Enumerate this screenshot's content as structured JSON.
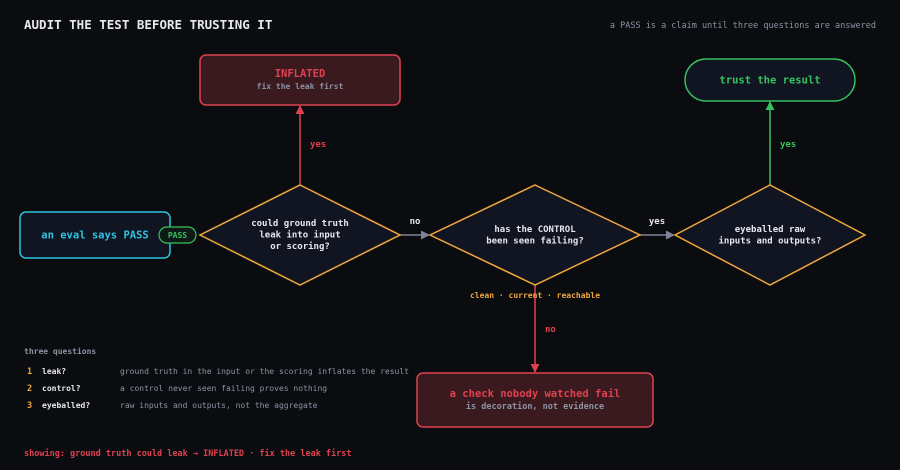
{
  "header": {
    "title": "AUDIT THE TEST BEFORE TRUSTING IT",
    "subtitle": "a PASS is a claim until three questions are answered"
  },
  "nodes": {
    "start": {
      "label": "an eval says PASS",
      "badge": "PASS"
    },
    "q1": {
      "lines": [
        "could ground truth",
        "leak into input",
        "or scoring?"
      ]
    },
    "q2": {
      "lines": [
        "has the CONTROL",
        "been seen failing?"
      ],
      "note": "clean · current · reachable"
    },
    "q3": {
      "lines": [
        "eyeballed raw",
        "inputs and outputs?"
      ]
    },
    "inflated": {
      "title": "INFLATED",
      "subtitle": "fix the leak first"
    },
    "trust": {
      "label": "trust the result"
    },
    "nobody": {
      "title": "a check nobody watched fail",
      "subtitle": "is decoration, not evidence"
    }
  },
  "edges": {
    "q1_yes": "yes",
    "q1_no": "no",
    "q2_yes": "yes",
    "q2_no": "no",
    "q3_yes": "yes"
  },
  "legend": {
    "heading": "three questions",
    "items": [
      {
        "num": "1",
        "key": "leak?",
        "desc": "ground truth in the input or the scoring inflates the result"
      },
      {
        "num": "2",
        "key": "control?",
        "desc": "a control never seen failing proves nothing"
      },
      {
        "num": "3",
        "key": "eyeballed?",
        "desc": "raw inputs and outputs, not the aggregate"
      }
    ]
  },
  "status": "showing: ground truth could leak → INFLATED · fix the leak first",
  "colors": {
    "bg": "#0b0c10",
    "panel": "#111522",
    "orange": "#f0a83c",
    "red": "#e0414f",
    "green": "#36c25e",
    "cyan": "#2ec4e0",
    "gray": "#8c93a3",
    "white": "#e6e8ee"
  }
}
